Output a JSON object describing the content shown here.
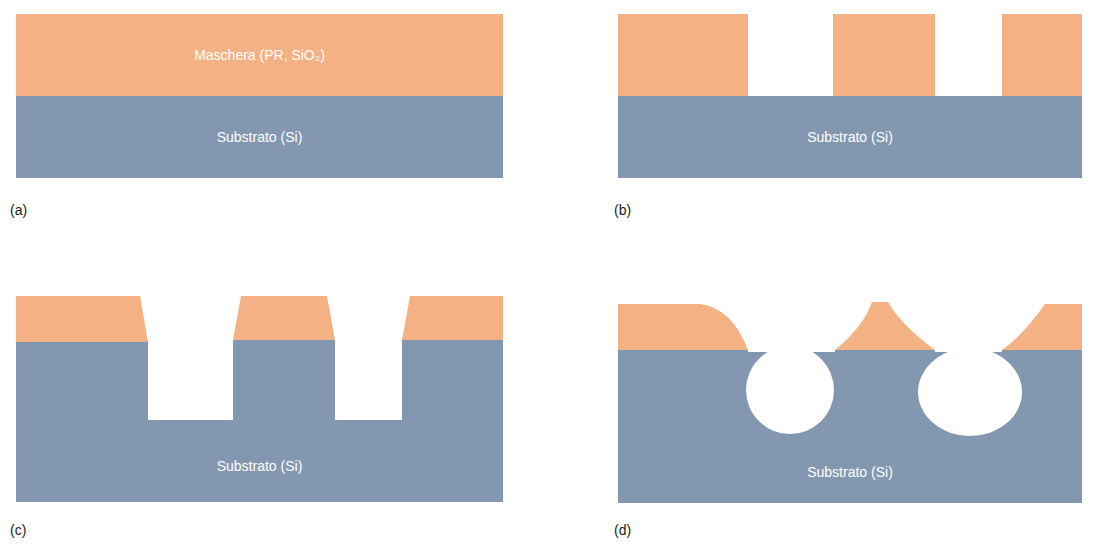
{
  "diagram": {
    "nodes": [
      {
        "text": [
          "Maschera (PR, SiO₂)"
        ]
      },
      {
        "text": [
          "Substrato (Si)"
        ]
      },
      {
        "text": [
          "Substrato (Si)"
        ]
      },
      {
        "text": [
          "Substrato (Si)"
        ]
      },
      {
        "text": [
          "Substrato (Si)"
        ]
      }
    ],
    "labels": [
      "(a)",
      "(b)",
      "(c)",
      "(d)"
    ]
  }
}
